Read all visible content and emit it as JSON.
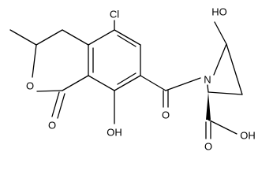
{
  "diagram": {
    "type": "chemical-structure",
    "colors": {
      "bond": "#000000",
      "label": "#000000",
      "background": "#ffffff"
    },
    "labels": {
      "cl": "Cl",
      "o_ring": "O",
      "o_lactone": "O",
      "oh_phenol": "OH",
      "o_amide": "O",
      "n": "N",
      "oh_ring": "HO",
      "oh_acid": "OH",
      "o_acid": "O"
    }
  }
}
